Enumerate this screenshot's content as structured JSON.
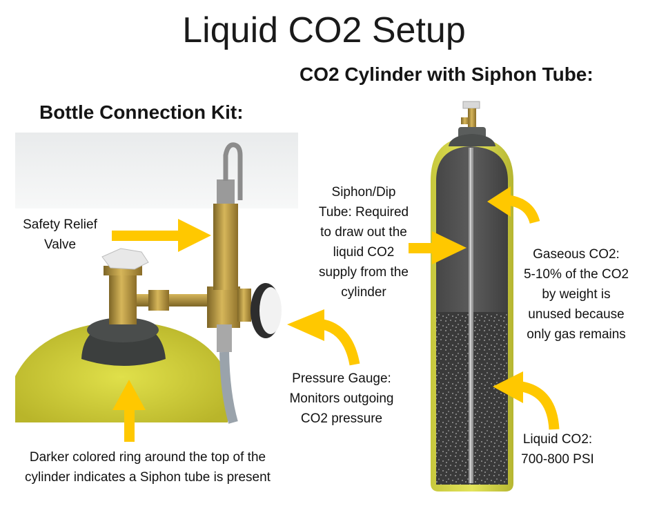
{
  "title": "Liquid CO2 Setup",
  "cylinder_section": {
    "heading": "CO2 Cylinder with Siphon Tube:"
  },
  "kit_section": {
    "heading": "Bottle Connection Kit:"
  },
  "labels": {
    "safety_relief": [
      "Safety Relief",
      "Valve"
    ],
    "siphon_tube": [
      "Siphon/Dip",
      "Tube: Required",
      "to draw out the",
      "liquid CO2",
      "supply from the",
      "cylinder"
    ],
    "gaseous": [
      "Gaseous CO2:",
      "5-10% of the CO2",
      "by weight is",
      "unused because",
      "only gas remains"
    ],
    "pressure_gauge": [
      "Pressure Gauge:",
      "Monitors outgoing",
      "CO2 pressure"
    ],
    "liquid": [
      "Liquid CO2:",
      "700-800 PSI"
    ],
    "dark_ring": [
      "Darker colored ring around the top of the",
      "cylinder indicates a Siphon tube is present"
    ]
  },
  "colors": {
    "arrow": "#FFC800",
    "cylinder_yellow": "#D4D43A",
    "cap_dark": "#3C3F3E",
    "brass": "#B8963A"
  }
}
